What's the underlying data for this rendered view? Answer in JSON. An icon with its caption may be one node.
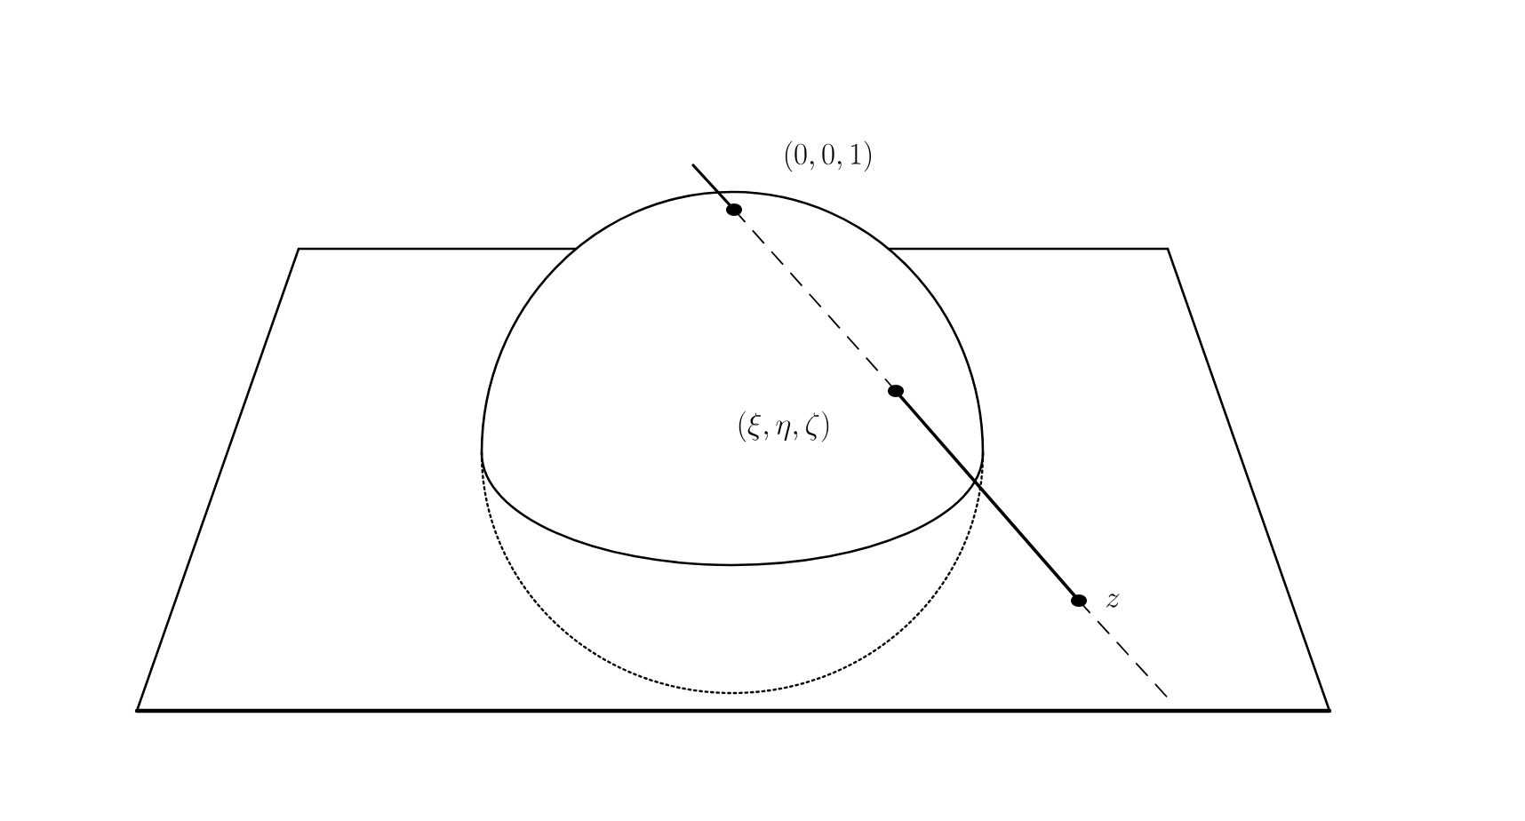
{
  "diagram": {
    "labels": [
      "(0, 0, 1)",
      "(\\xi, \\eta, \\zeta)",
      "z"
    ]
  }
}
